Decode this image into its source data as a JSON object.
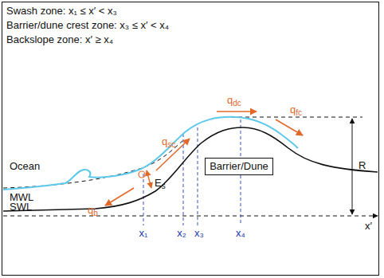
{
  "diagram": {
    "nodes": [
      {
        "text": [
          "Barrier/Dune"
        ]
      }
    ],
    "labels": [
      "Swash zone: x₁ ≤ x′ < x₃",
      "Barrier/dune crest zone: x₃ ≤ x′ < x₄",
      "Backslope zone: x′ ≥ x₄",
      "Ocean",
      "MWL",
      "SWL",
      "x′",
      "R",
      "qdc",
      "qsc",
      "qfc",
      "Es",
      "qb",
      "x₁",
      "x₂",
      "x₃",
      "x₄"
    ]
  }
}
